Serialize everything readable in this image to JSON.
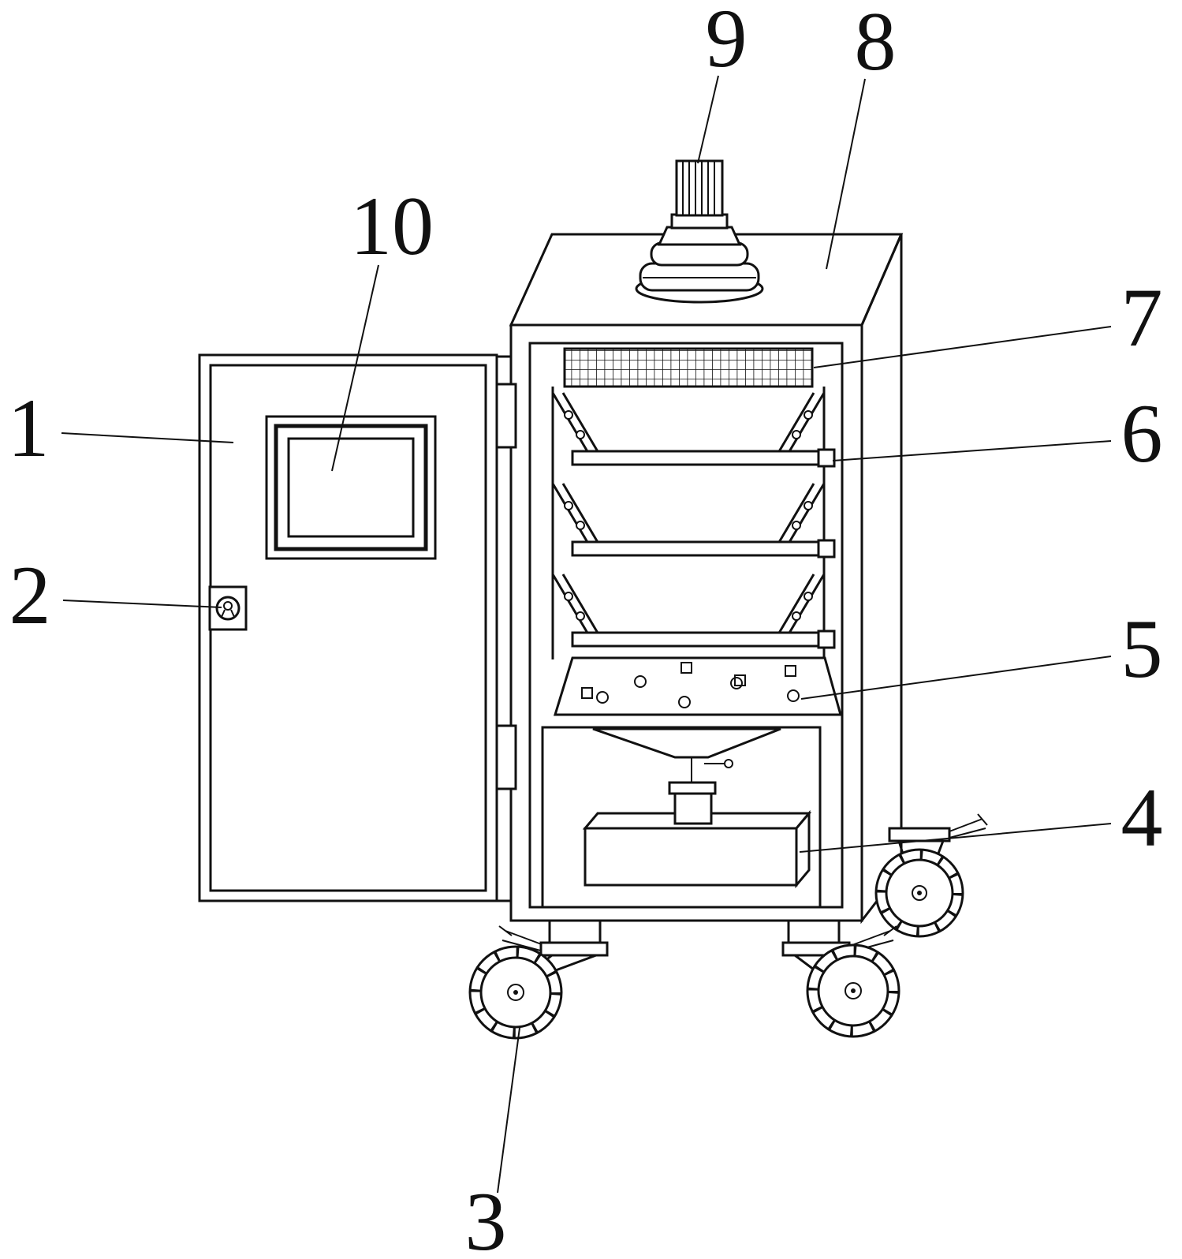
{
  "figure": {
    "kind": "patent-line-drawing",
    "background_color": "#ffffff",
    "line_color": "#111111"
  },
  "labels": [
    {
      "id": "1",
      "text": "1",
      "target": "cabinet-door"
    },
    {
      "id": "2",
      "text": "2",
      "target": "door-lock"
    },
    {
      "id": "3",
      "text": "3",
      "target": "caster-wheel"
    },
    {
      "id": "4",
      "text": "4",
      "target": "collection-box"
    },
    {
      "id": "5",
      "text": "5",
      "target": "perforated-plate"
    },
    {
      "id": "6",
      "text": "6",
      "target": "tray-shelf"
    },
    {
      "id": "7",
      "text": "7",
      "target": "mesh-screen"
    },
    {
      "id": "8",
      "text": "8",
      "target": "cabinet-body"
    },
    {
      "id": "9",
      "text": "9",
      "target": "motor"
    },
    {
      "id": "10",
      "text": "10",
      "target": "door-window"
    }
  ]
}
